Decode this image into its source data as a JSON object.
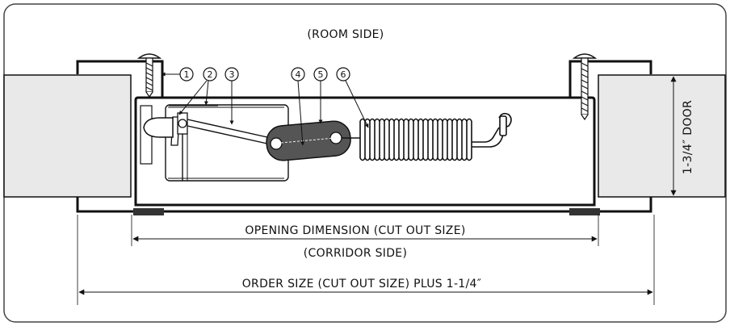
{
  "labels": {
    "room_side": "(ROOM SIDE)",
    "corridor_side": "(CORRIDOR SIDE)",
    "opening_dimension": "OPENING DIMENSION (CUT OUT SIZE)",
    "order_size": "ORDER SIZE (CUT OUT SIZE) PLUS 1-1/4″",
    "door_thickness": "1-3/4″ DOOR"
  },
  "callouts": [
    "1",
    "2",
    "3",
    "4",
    "5",
    "6"
  ],
  "colors": {
    "line": "#111111",
    "panel_fill": "#e9e9e9",
    "link_fill": "#555555",
    "border": "#444444"
  }
}
